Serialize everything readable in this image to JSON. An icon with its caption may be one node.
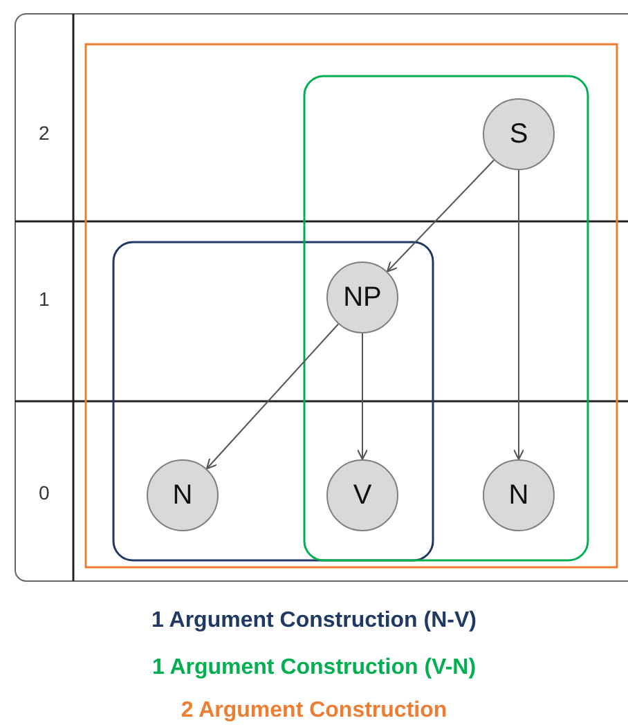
{
  "diagram": {
    "nodes": [
      {
        "text": [
          "S"
        ]
      },
      {
        "text": [
          "NP"
        ]
      },
      {
        "text": [
          "N"
        ]
      },
      {
        "text": [
          "V"
        ]
      },
      {
        "text": [
          "N"
        ]
      }
    ],
    "edges": [
      {
        "from": 0,
        "to": 1,
        "arrow": "to"
      },
      {
        "from": 0,
        "to": 4,
        "arrow": "to"
      },
      {
        "from": 1,
        "to": 2,
        "arrow": "to"
      },
      {
        "from": 1,
        "to": 3,
        "arrow": "to"
      }
    ],
    "labels": [
      "2",
      "1",
      "0"
    ],
    "legend": [
      {
        "text": "1 Argument Construction (N-V)",
        "color": "#1f3864"
      },
      {
        "text": "1 Argument Construction (V-N)",
        "color": "#00b050"
      },
      {
        "text": "2 Argument Construction",
        "color": "#ed7d31"
      }
    ]
  }
}
